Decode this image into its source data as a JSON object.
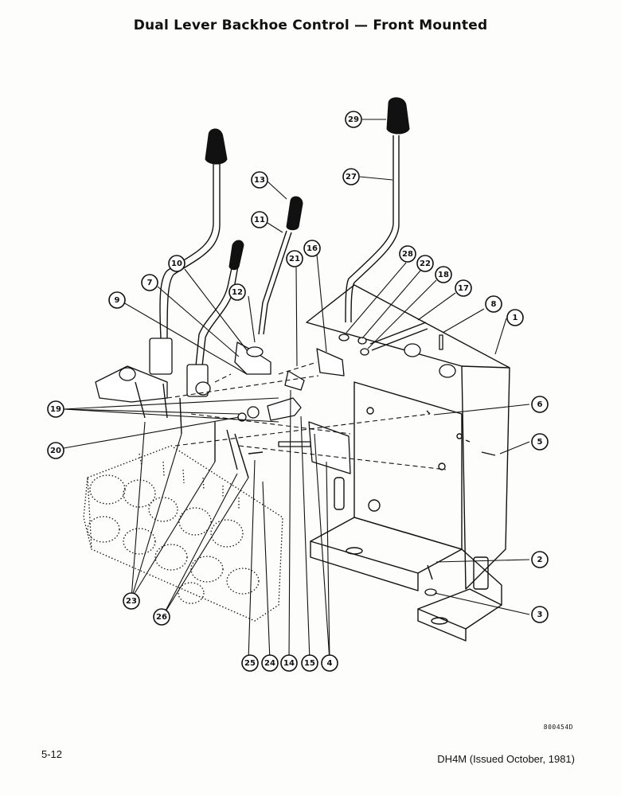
{
  "header": {
    "title": "Dual Lever Backhoe Control — Front Mounted"
  },
  "footer": {
    "code": "800454D",
    "page_number": "5-12",
    "doc_ref": "DH4M (Issued October, 1981)"
  },
  "callouts": [
    "1",
    "2",
    "3",
    "4",
    "5",
    "6",
    "7",
    "8",
    "9",
    "10",
    "11",
    "12",
    "13",
    "14",
    "15",
    "16",
    "17",
    "18",
    "19",
    "20",
    "21",
    "22",
    "23",
    "24",
    "25",
    "26",
    "27",
    "28",
    "29"
  ]
}
